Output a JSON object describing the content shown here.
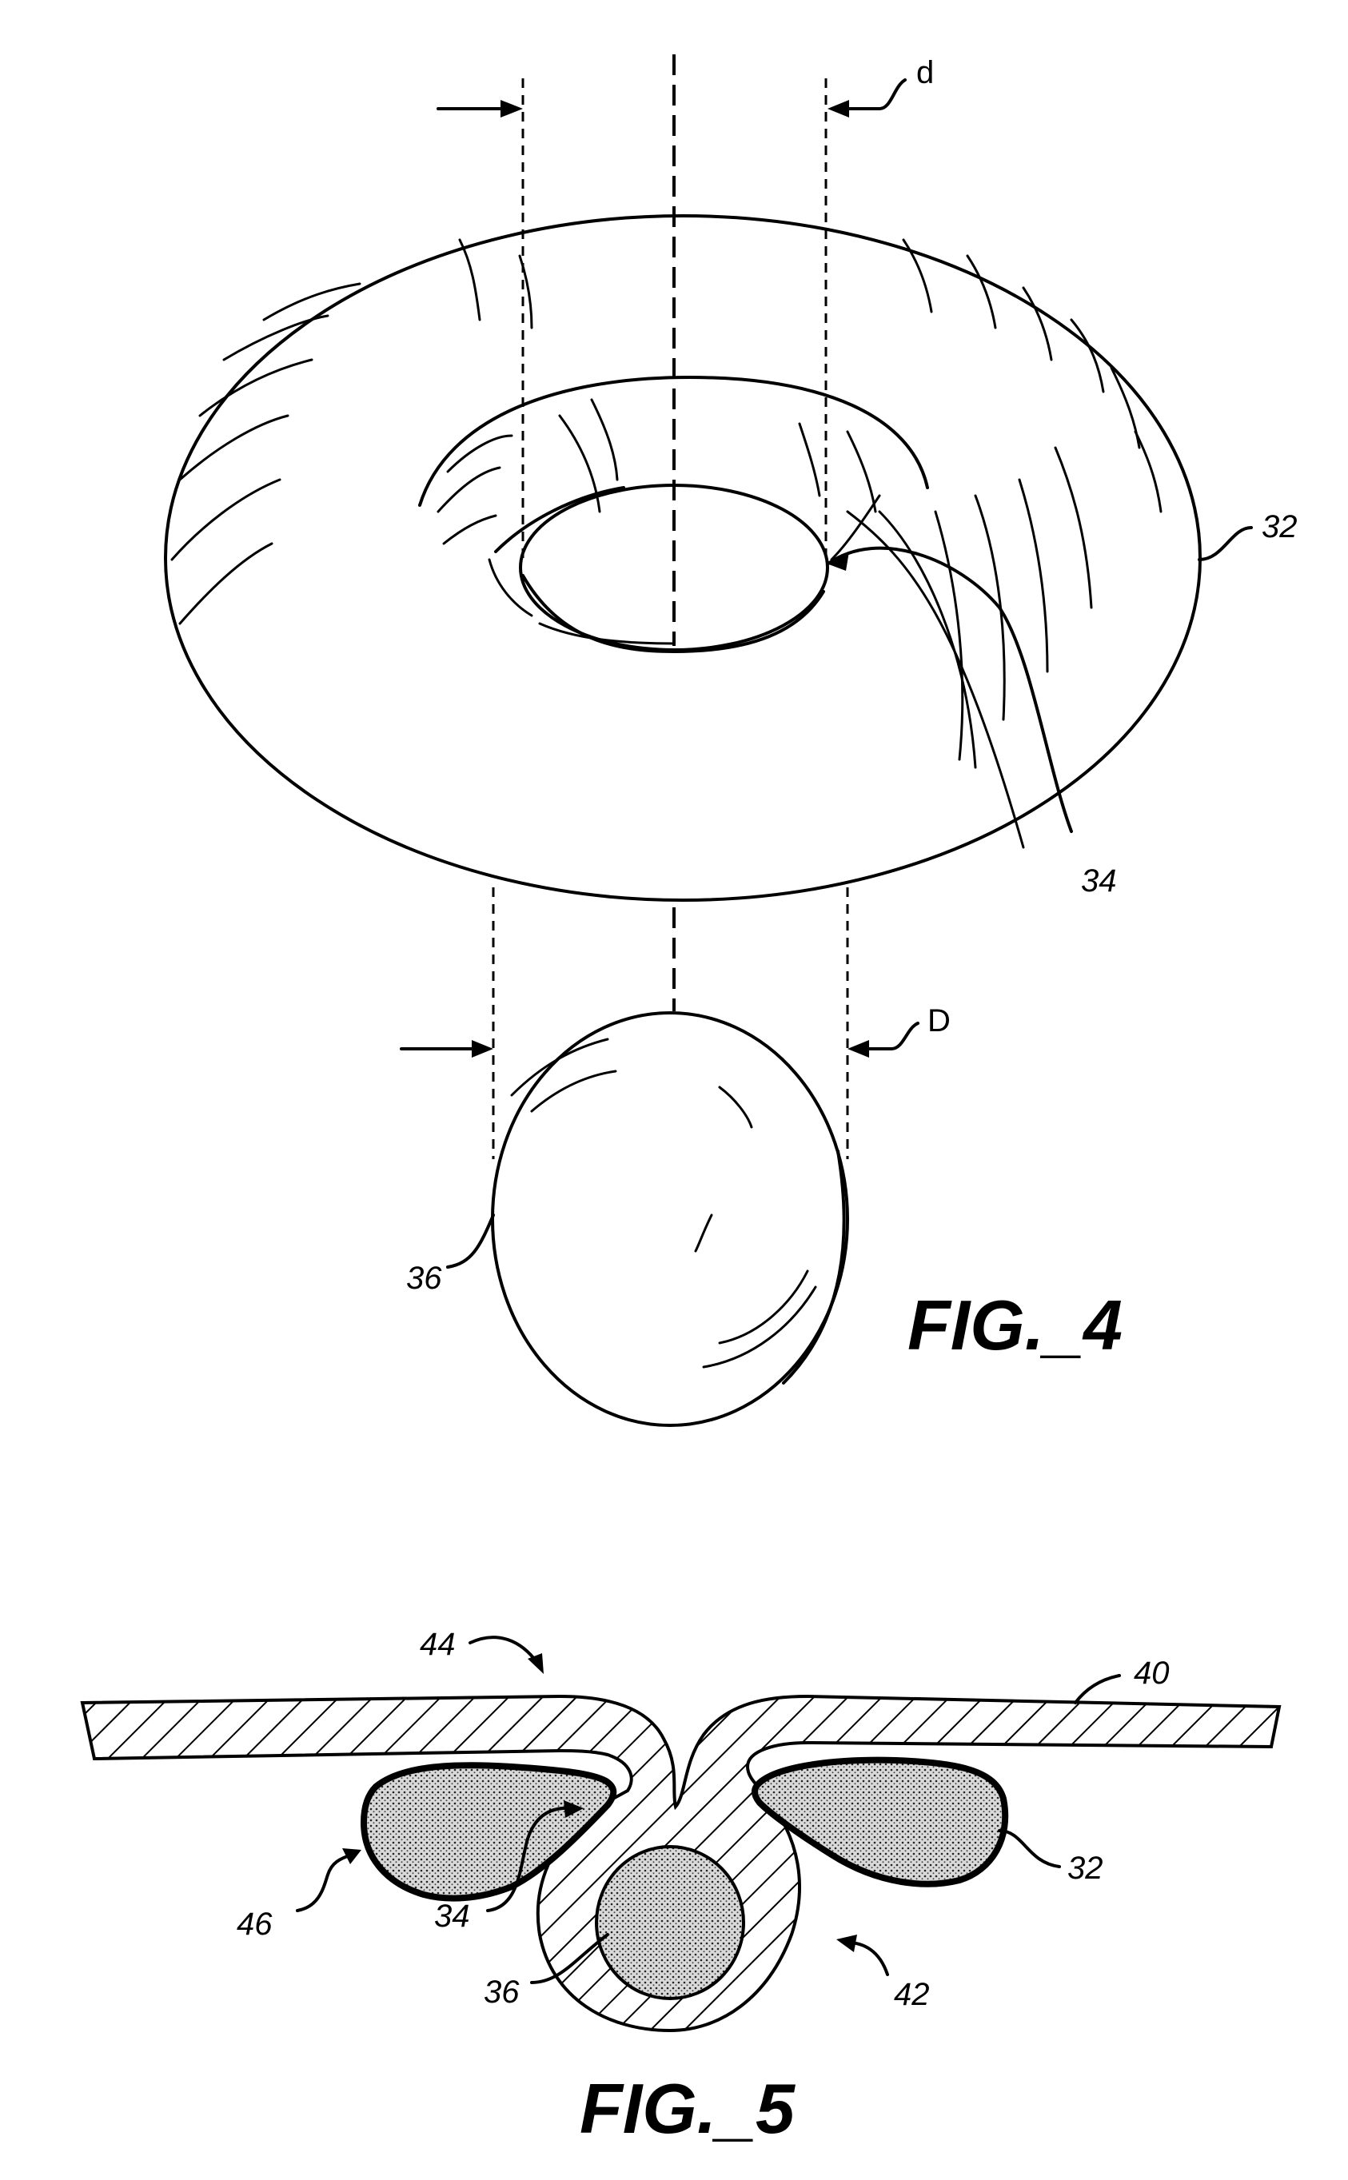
{
  "figure4": {
    "caption": "FIG._4",
    "labels": {
      "torus": "32",
      "opening": "34",
      "ball": "36",
      "inner_diameter": "d",
      "ball_diameter": "D"
    }
  },
  "figure5": {
    "caption": "FIG._5",
    "labels": {
      "layer": "40",
      "pocket": "42",
      "fold": "44",
      "loop": "46",
      "torus": "32",
      "opening": "34",
      "ball": "36"
    }
  },
  "colors": {
    "ink": "#000000",
    "paper": "#ffffff"
  }
}
